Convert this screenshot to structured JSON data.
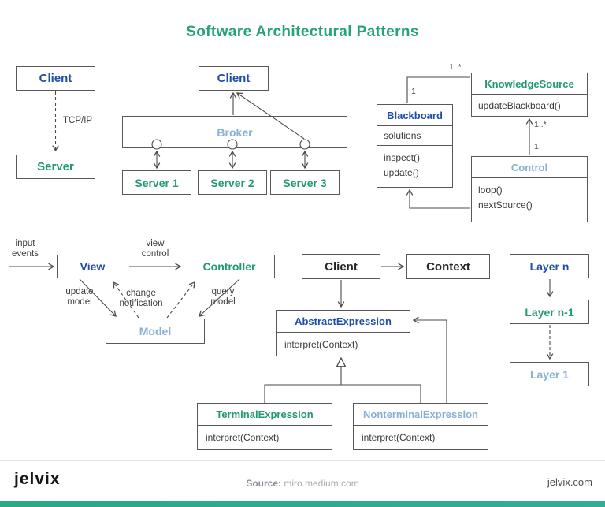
{
  "title": "Software Architectural Patterns",
  "client_server": {
    "client": "Client",
    "server": "Server",
    "link_label": "TCP/IP"
  },
  "broker": {
    "client": "Client",
    "name": "Broker",
    "servers": [
      "Server 1",
      "Server 2",
      "Server 3"
    ]
  },
  "blackboard": {
    "blackboard_title": "Blackboard",
    "blackboard_attr": "solutions",
    "blackboard_op1": "inspect()",
    "blackboard_op2": "update()",
    "ks_title": "KnowledgeSource",
    "ks_op": "updateBlackboard()",
    "control_title": "Control",
    "control_op1": "loop()",
    "control_op2": "nextSource()",
    "mult_bb": "1",
    "mult_ks_top": "1..*",
    "mult_ks_bottom": "1..*",
    "mult_control": "1"
  },
  "mvc": {
    "input_events": "input\nevents",
    "view": "View",
    "view_control": "view\ncontrol",
    "controller": "Controller",
    "update_model": "update\nmodel",
    "change_notification": "change\nnotification",
    "query_model": "query\nmodel",
    "model": "Model"
  },
  "interpreter": {
    "client": "Client",
    "context": "Context",
    "abstract_title": "AbstractExpression",
    "abstract_op": "interpret(Context)",
    "terminal_title": "TerminalExpression",
    "terminal_op": "interpret(Context)",
    "nonterminal_title": "NonterminalExpression",
    "nonterminal_op": "interpret(Context)"
  },
  "layers": {
    "layer_n": "Layer n",
    "layer_n1": "Layer n-1",
    "layer_1": "Layer 1"
  },
  "footer": {
    "logo": "jelvix",
    "source_label": "Source:",
    "source_value": " miro.medium.com",
    "site": "jelvix.com"
  },
  "colors": {
    "title_green": "#26a376",
    "box_green": "#219a70",
    "box_blue": "#1e4ea8",
    "box_light_blue": "#88b0d6",
    "bottom_bar": "#2ba884"
  }
}
